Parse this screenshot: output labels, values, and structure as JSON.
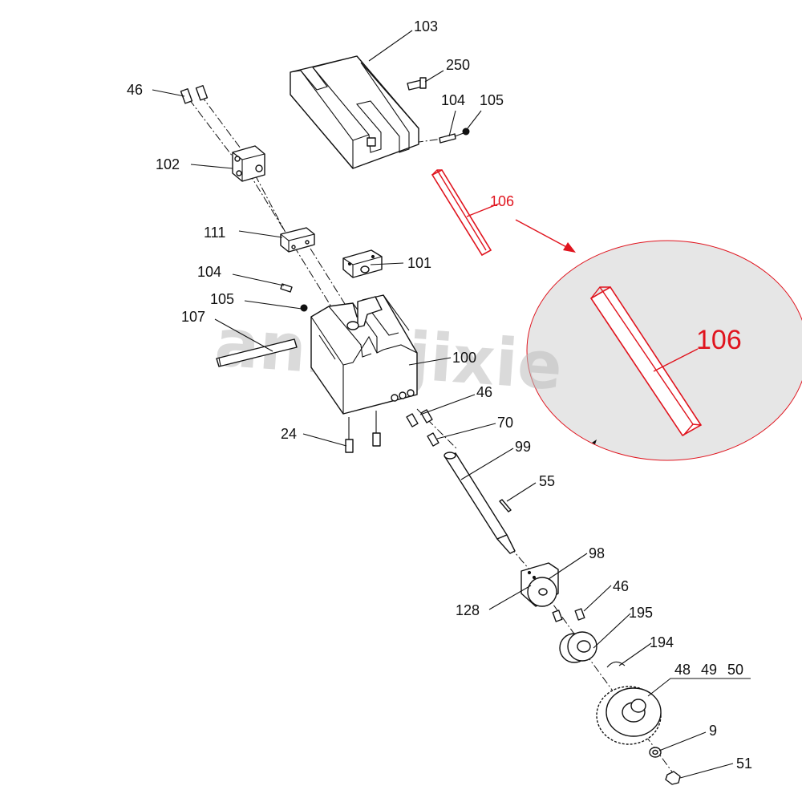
{
  "watermark": "anruijixie",
  "callout_label": "106",
  "parts": [
    {
      "id": "p103",
      "label": "103"
    },
    {
      "id": "p250",
      "label": "250"
    },
    {
      "id": "p104a",
      "label": "104"
    },
    {
      "id": "p105a",
      "label": "105"
    },
    {
      "id": "p46a",
      "label": "46"
    },
    {
      "id": "p102",
      "label": "102"
    },
    {
      "id": "p106",
      "label": "106"
    },
    {
      "id": "p111",
      "label": "111"
    },
    {
      "id": "p101",
      "label": "101"
    },
    {
      "id": "p104b",
      "label": "104"
    },
    {
      "id": "p105b",
      "label": "105"
    },
    {
      "id": "p107",
      "label": "107"
    },
    {
      "id": "p100",
      "label": "100"
    },
    {
      "id": "p46b",
      "label": "46"
    },
    {
      "id": "p70",
      "label": "70"
    },
    {
      "id": "p24",
      "label": "24"
    },
    {
      "id": "p99",
      "label": "99"
    },
    {
      "id": "p55",
      "label": "55"
    },
    {
      "id": "p98",
      "label": "98"
    },
    {
      "id": "p128",
      "label": "128"
    },
    {
      "id": "p46c",
      "label": "46"
    },
    {
      "id": "p195",
      "label": "195"
    },
    {
      "id": "p194",
      "label": "194"
    },
    {
      "id": "p48",
      "label": "48"
    },
    {
      "id": "p49",
      "label": "49"
    },
    {
      "id": "p50",
      "label": "50"
    },
    {
      "id": "p9",
      "label": "9"
    },
    {
      "id": "p51",
      "label": "51"
    }
  ],
  "colors": {
    "line": "#111111",
    "highlight": "#e0141e",
    "callout_fill": "#e6e6e6",
    "watermark": "#bdbdbd"
  }
}
